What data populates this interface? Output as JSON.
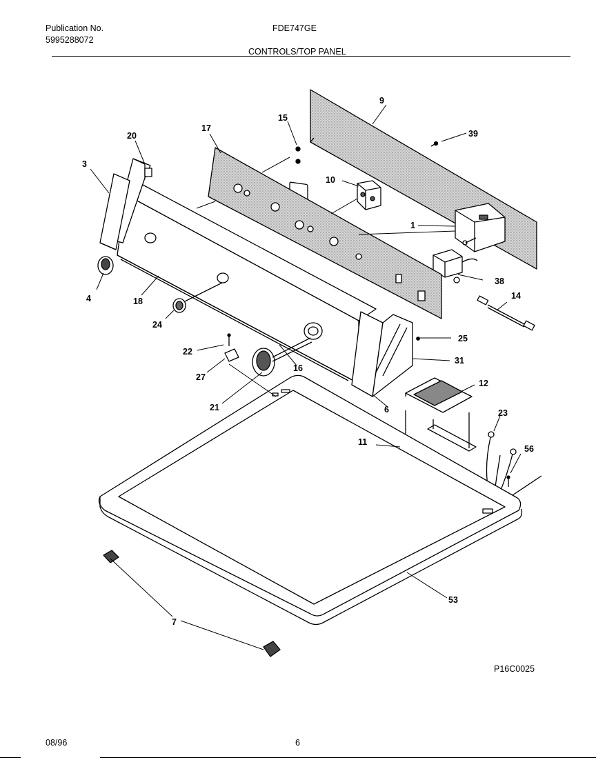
{
  "header": {
    "publication_label": "Publication No.",
    "publication_number": "5995288072",
    "model": "FDE747GE",
    "section_title": "CONTROLS/TOP PANEL"
  },
  "callouts": {
    "c1": "1",
    "c3": "3",
    "c4": "4",
    "c6": "6",
    "c7": "7",
    "c9": "9",
    "c10": "10",
    "c11": "11",
    "c12": "12",
    "c14": "14",
    "c15": "15",
    "c16": "16",
    "c17": "17",
    "c18": "18",
    "c20": "20",
    "c21": "21",
    "c22": "22",
    "c23": "23",
    "c24": "24",
    "c25": "25",
    "c27": "27",
    "c31": "31",
    "c38": "38",
    "c39": "39",
    "c53": "53",
    "c56": "56"
  },
  "figure_code": "P16C0025",
  "footer": {
    "date": "08/96",
    "page": "6"
  }
}
